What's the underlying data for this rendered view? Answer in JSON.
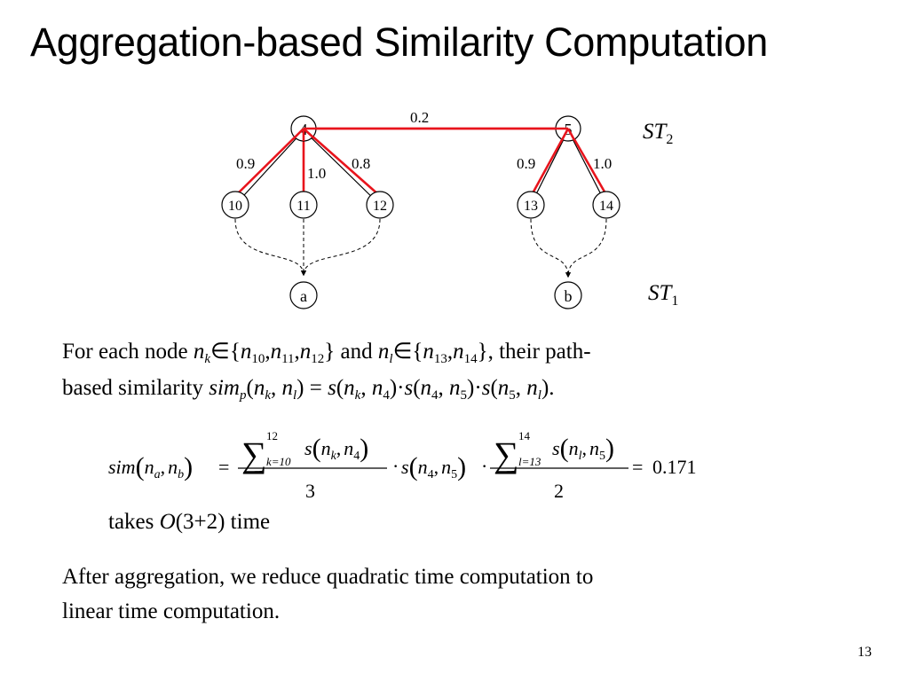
{
  "slide": {
    "title": "Aggregation-based Similarity Computation",
    "page_number": "13"
  },
  "diagram": {
    "top_nodes": [
      "4",
      "5"
    ],
    "child_nodes": [
      "10",
      "11",
      "12",
      "13",
      "14"
    ],
    "bottom_nodes": [
      "a",
      "b"
    ],
    "edge_weights": {
      "w_4_5": "0.2",
      "w_4_10": "0.9",
      "w_4_11": "1.0",
      "w_4_12": "0.8",
      "w_5_13": "0.9",
      "w_5_14": "1.0"
    },
    "layer_labels": {
      "st2_base": "ST",
      "st2_sub": "2",
      "st1_base": "ST",
      "st1_sub": "1"
    },
    "colors": {
      "highlight_edge": "#e8141c",
      "edge": "#000000",
      "node_fill": "#ffffff"
    }
  },
  "text": {
    "p1_a": "For each node ",
    "nk": "n",
    "k": "k",
    "in1": "∈{",
    "n10": "n",
    "s10": "10",
    "comma1": ",",
    "n11": "n",
    "s11": "11",
    "comma2": ",",
    "n12": "n",
    "s12": "12",
    "p1_b": "} and ",
    "nl": "n",
    "l": "l",
    "in2": "∈{",
    "n13": "n",
    "s13": "13",
    "comma3": ",",
    "n14": "n",
    "s14": "14",
    "p1_c": "}, their path-",
    "p2_a": "based similarity ",
    "sim": "sim",
    "p": "p",
    "p2_b": "(",
    "p2_nk": "n",
    "p2_k": "k",
    "p2_c": ", ",
    "p2_nl": "n",
    "p2_l": "l",
    "p2_d": ") = ",
    "p2_s1": "s",
    "p2_e": "(",
    "p2_nk2": "n",
    "p2_k2": "k",
    "p2_f": ", ",
    "p2_n4": "n",
    "p2_4": "4",
    "p2_g": ")·",
    "p2_s2": "s",
    "p2_h": "(",
    "p2_n4b": "n",
    "p2_4b": "4",
    "p2_i": ", ",
    "p2_n5": "n",
    "p2_5": "5",
    "p2_j": ")·",
    "p2_s3": "s",
    "p2_k_": "(",
    "p2_n5b": "n",
    "p2_5b": "5",
    "p2_l_": ", ",
    "p2_nl2": "n",
    "p2_l2": "l",
    "p2_m": ").",
    "takes_a": "takes ",
    "takes_O": "O",
    "takes_b": "(3+2) time",
    "conclusion_line1": "After aggregation, we reduce quadratic time computation to",
    "conclusion_line2": "linear time computation."
  },
  "equation": {
    "lhs_sim": "sim",
    "lhs_open": "(",
    "lhs_na": "n",
    "lhs_a": "a",
    "lhs_comma": ",",
    "lhs_nb": "n",
    "lhs_b": "b",
    "lhs_close": ")",
    "eq1": "=",
    "sum1_upper": "12",
    "sum1_lower": "k=10",
    "sum1_s": "s",
    "sum1_open": "(",
    "sum1_n1": "n",
    "sum1_k": "k",
    "sum1_comma": ",",
    "sum1_n2": "n",
    "sum1_4": "4",
    "sum1_close": ")",
    "den1": "3",
    "dot1": "·",
    "mid_s": "s",
    "mid_open": "(",
    "mid_n1": "n",
    "mid_4": "4",
    "mid_comma": ",",
    "mid_n2": "n",
    "mid_5": "5",
    "mid_close": ")",
    "dot2": "·",
    "sum2_upper": "14",
    "sum2_lower": "l=13",
    "sum2_s": "s",
    "sum2_open": "(",
    "sum2_n1": "n",
    "sum2_l": "l",
    "sum2_comma": ",",
    "sum2_n2": "n",
    "sum2_5": "5",
    "sum2_close": ")",
    "den2": "2",
    "eq2": "=",
    "result": "0.171"
  }
}
